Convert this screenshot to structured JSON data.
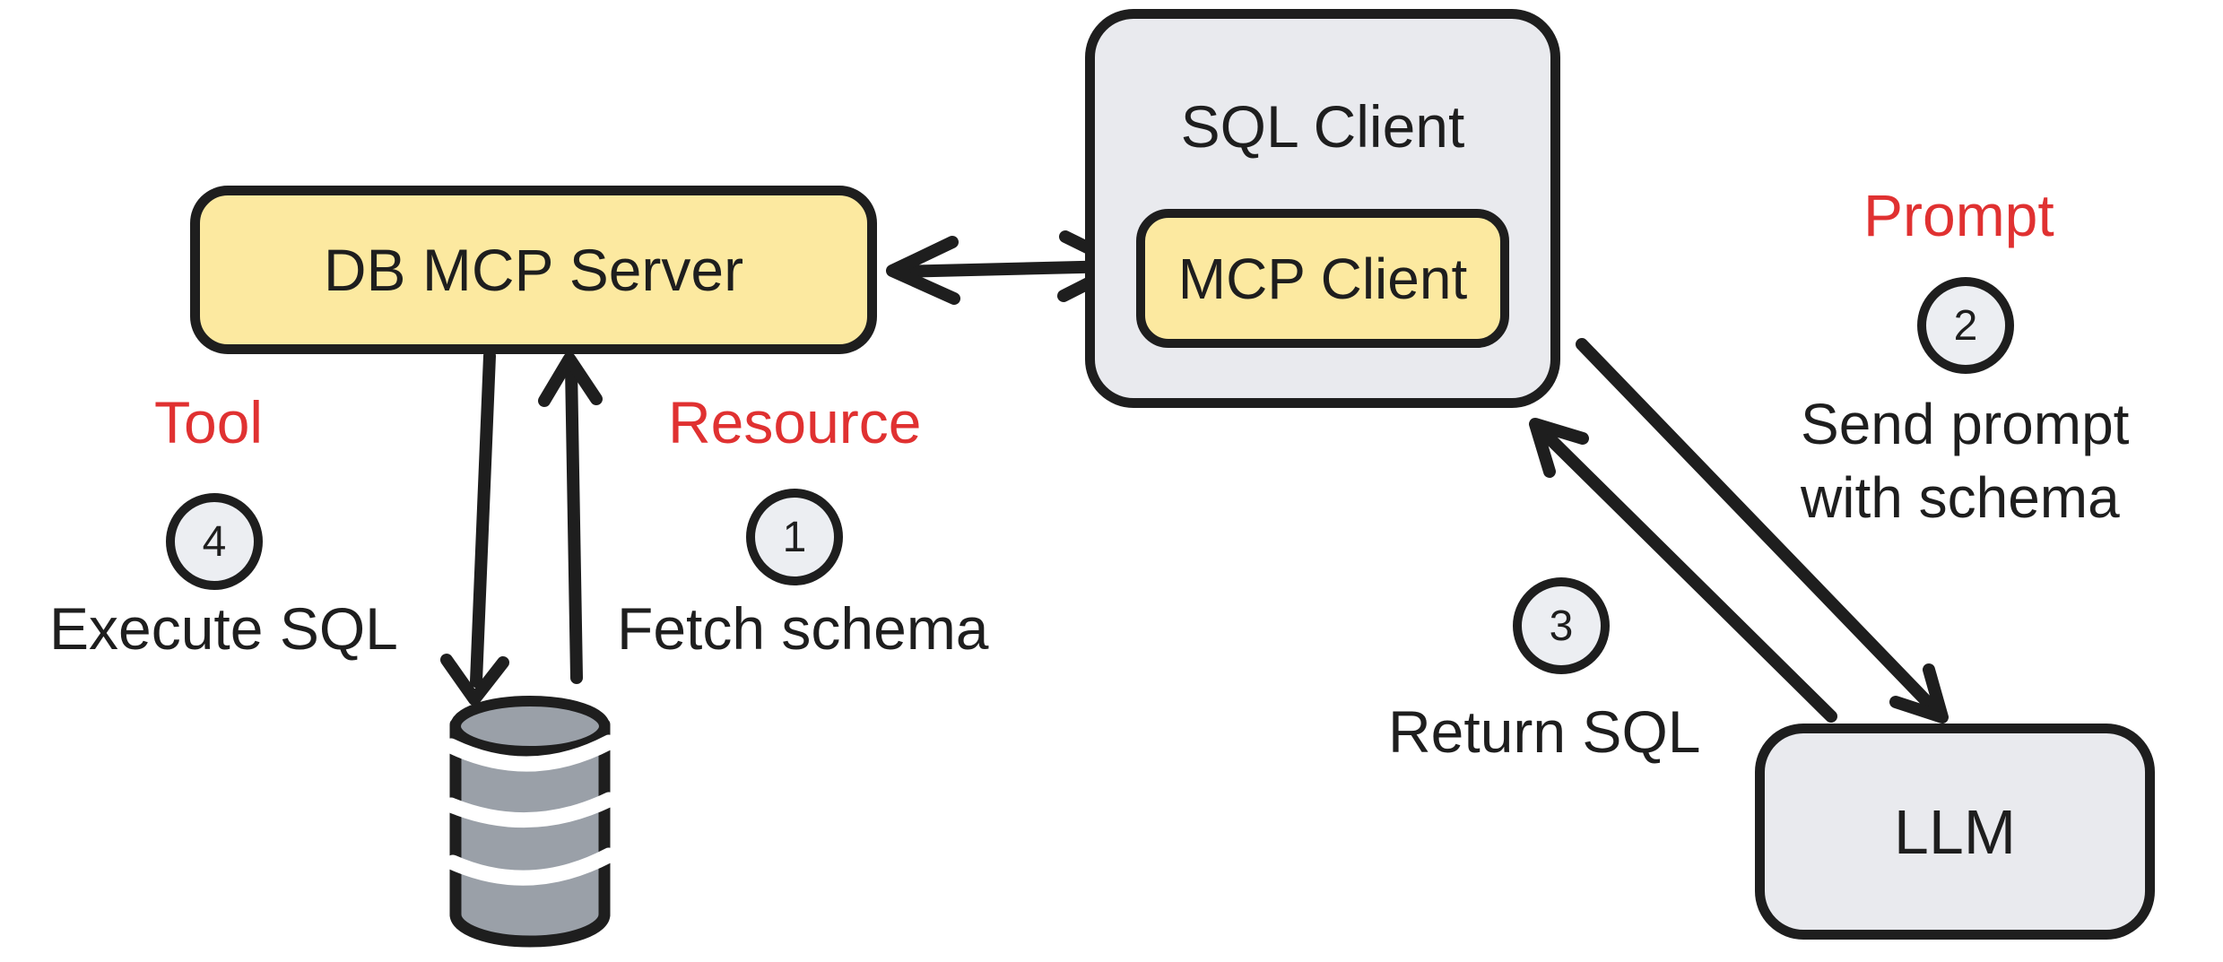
{
  "colors": {
    "background": "#FFFFFF",
    "ink": "#1E1E1E",
    "accent_red": "#E03131",
    "yellow_fill": "#FCE9A0",
    "gray_fill": "#E9EAEE",
    "circle_fill": "#ECEEF2",
    "cylinder_gray": "#9AA0A8"
  },
  "nodes": {
    "db_mcp_server": {
      "label": "DB MCP Server"
    },
    "sql_client": {
      "label": "SQL Client"
    },
    "mcp_client": {
      "label": "MCP Client"
    },
    "llm": {
      "label": "LLM"
    },
    "database": {
      "icon": "database-cylinder"
    }
  },
  "annotations": {
    "tool": {
      "label": "Tool"
    },
    "resource": {
      "label": "Resource"
    },
    "prompt": {
      "label": "Prompt"
    }
  },
  "steps": [
    {
      "number": "1",
      "label": "Fetch schema"
    },
    {
      "number": "2",
      "label": "Send prompt with schema",
      "line1": "Send prompt",
      "line2": "with schema"
    },
    {
      "number": "3",
      "label": "Return SQL"
    },
    {
      "number": "4",
      "label": "Execute SQL"
    }
  ],
  "edges": [
    {
      "name": "mcp-client-db-mcp-server",
      "type": "double-arrow",
      "between": [
        "MCP Client",
        "DB MCP Server"
      ]
    },
    {
      "name": "db-mcp-server-to-database",
      "type": "arrow-down",
      "between": [
        "DB MCP Server",
        "database"
      ]
    },
    {
      "name": "database-to-db-mcp-server",
      "type": "arrow-up",
      "between": [
        "database",
        "DB MCP Server"
      ]
    },
    {
      "name": "sql-client-to-llm",
      "type": "arrow",
      "between": [
        "SQL Client",
        "LLM"
      ]
    },
    {
      "name": "llm-to-sql-client",
      "type": "arrow",
      "between": [
        "LLM",
        "SQL Client"
      ]
    }
  ]
}
